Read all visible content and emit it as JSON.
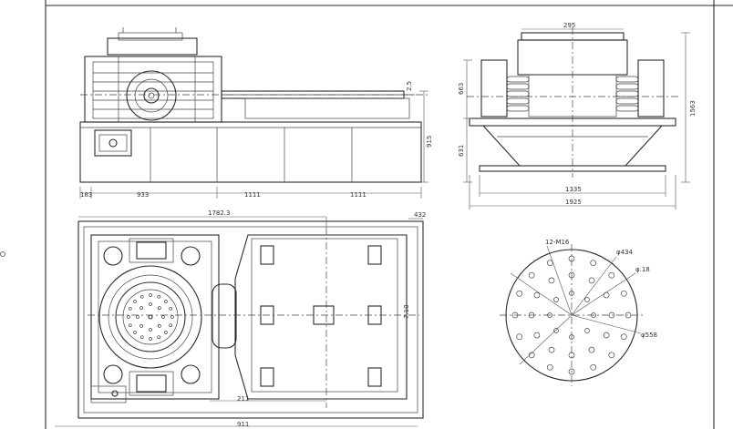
{
  "drawing": {
    "background": "#ffffff",
    "line_color": "#2a2a2a"
  },
  "front_view": {
    "dims": [
      "183",
      "933",
      "1111",
      "1111"
    ],
    "vertical_dims": [
      "2.5",
      "915"
    ]
  },
  "side_view": {
    "top_dim": "295",
    "left_dims": [
      "663",
      "631"
    ],
    "right_dim": "1563",
    "bottom_dims": [
      "1335",
      "1925"
    ]
  },
  "plan_view": {
    "top_dims": [
      "1782.3",
      "432"
    ],
    "side_dim": "7.10",
    "bottom_dims": [
      "211",
      "911"
    ]
  },
  "bolt_circle": {
    "labels": [
      "12-M16",
      "φ434",
      "φ.18",
      "φ558"
    ]
  }
}
